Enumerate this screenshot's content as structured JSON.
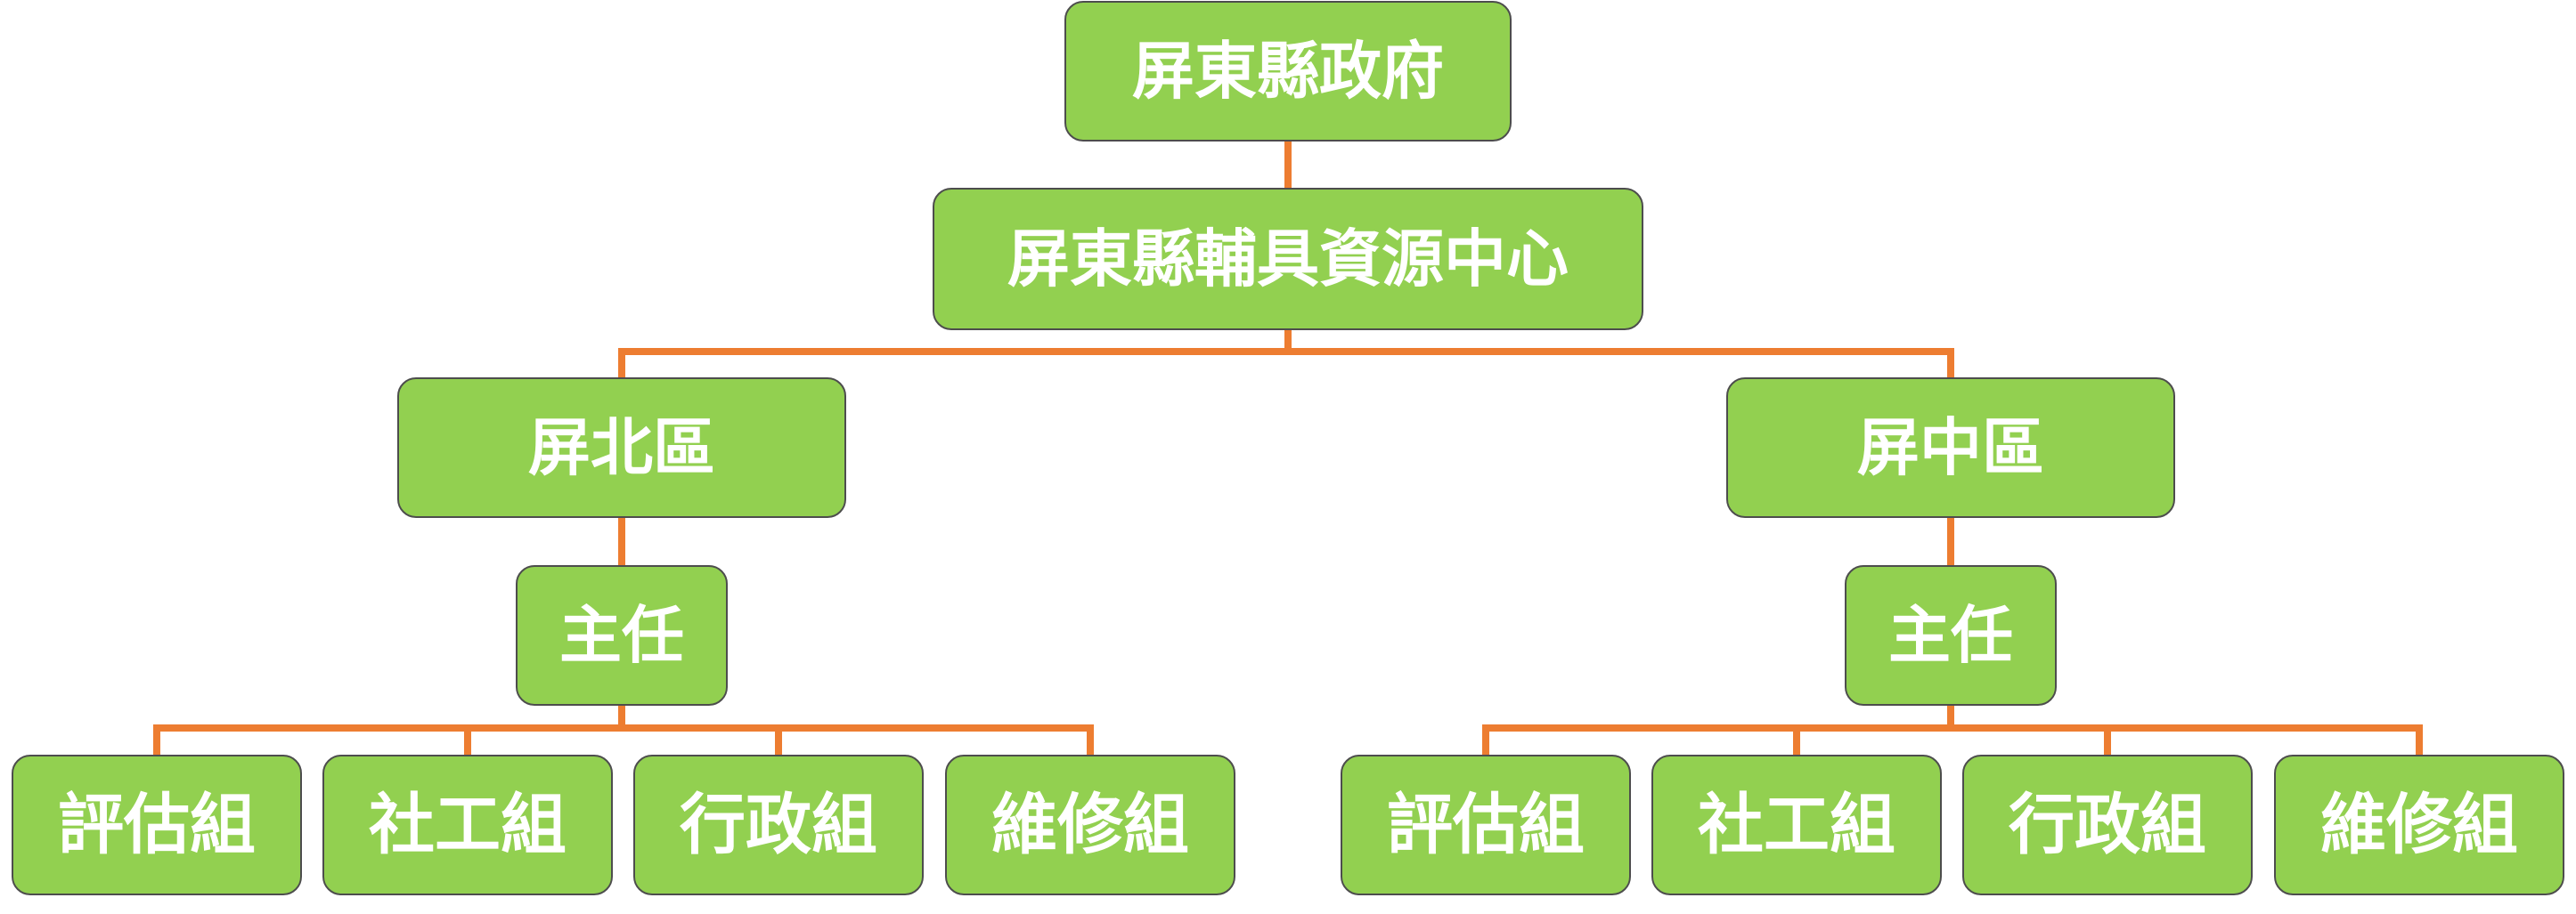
{
  "colors": {
    "node_fill": "#92d050",
    "node_border": "#4d4d4d",
    "connector": "#ed7d31",
    "text": "#ffffff"
  },
  "org": {
    "government": "屏東縣政府",
    "center": "屏東縣輔具資源中心",
    "north": {
      "name": "屏北區",
      "director": "主任",
      "groups": [
        "評估組",
        "社工組",
        "行政組",
        "維修組"
      ]
    },
    "central": {
      "name": "屏中區",
      "director": "主任",
      "groups": [
        "評估組",
        "社工組",
        "行政組",
        "維修組"
      ]
    }
  }
}
